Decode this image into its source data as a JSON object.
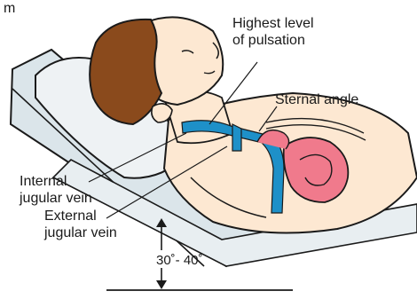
{
  "labels": {
    "top_left": "m",
    "highest_level": "Highest level\nof pulsation",
    "sternal_angle": "Sternal angle",
    "internal_jugular": "Internal\njugular vein",
    "external_jugular": "External\njugular vein",
    "angle": "30˚- 40˚"
  },
  "colors": {
    "hair": "#8a4a1c",
    "skin": "#fde8d2",
    "vein": "#1e90c8",
    "heart": "#f07a8c",
    "bed": "#dbe5ea",
    "outline": "#1a1a1a"
  }
}
